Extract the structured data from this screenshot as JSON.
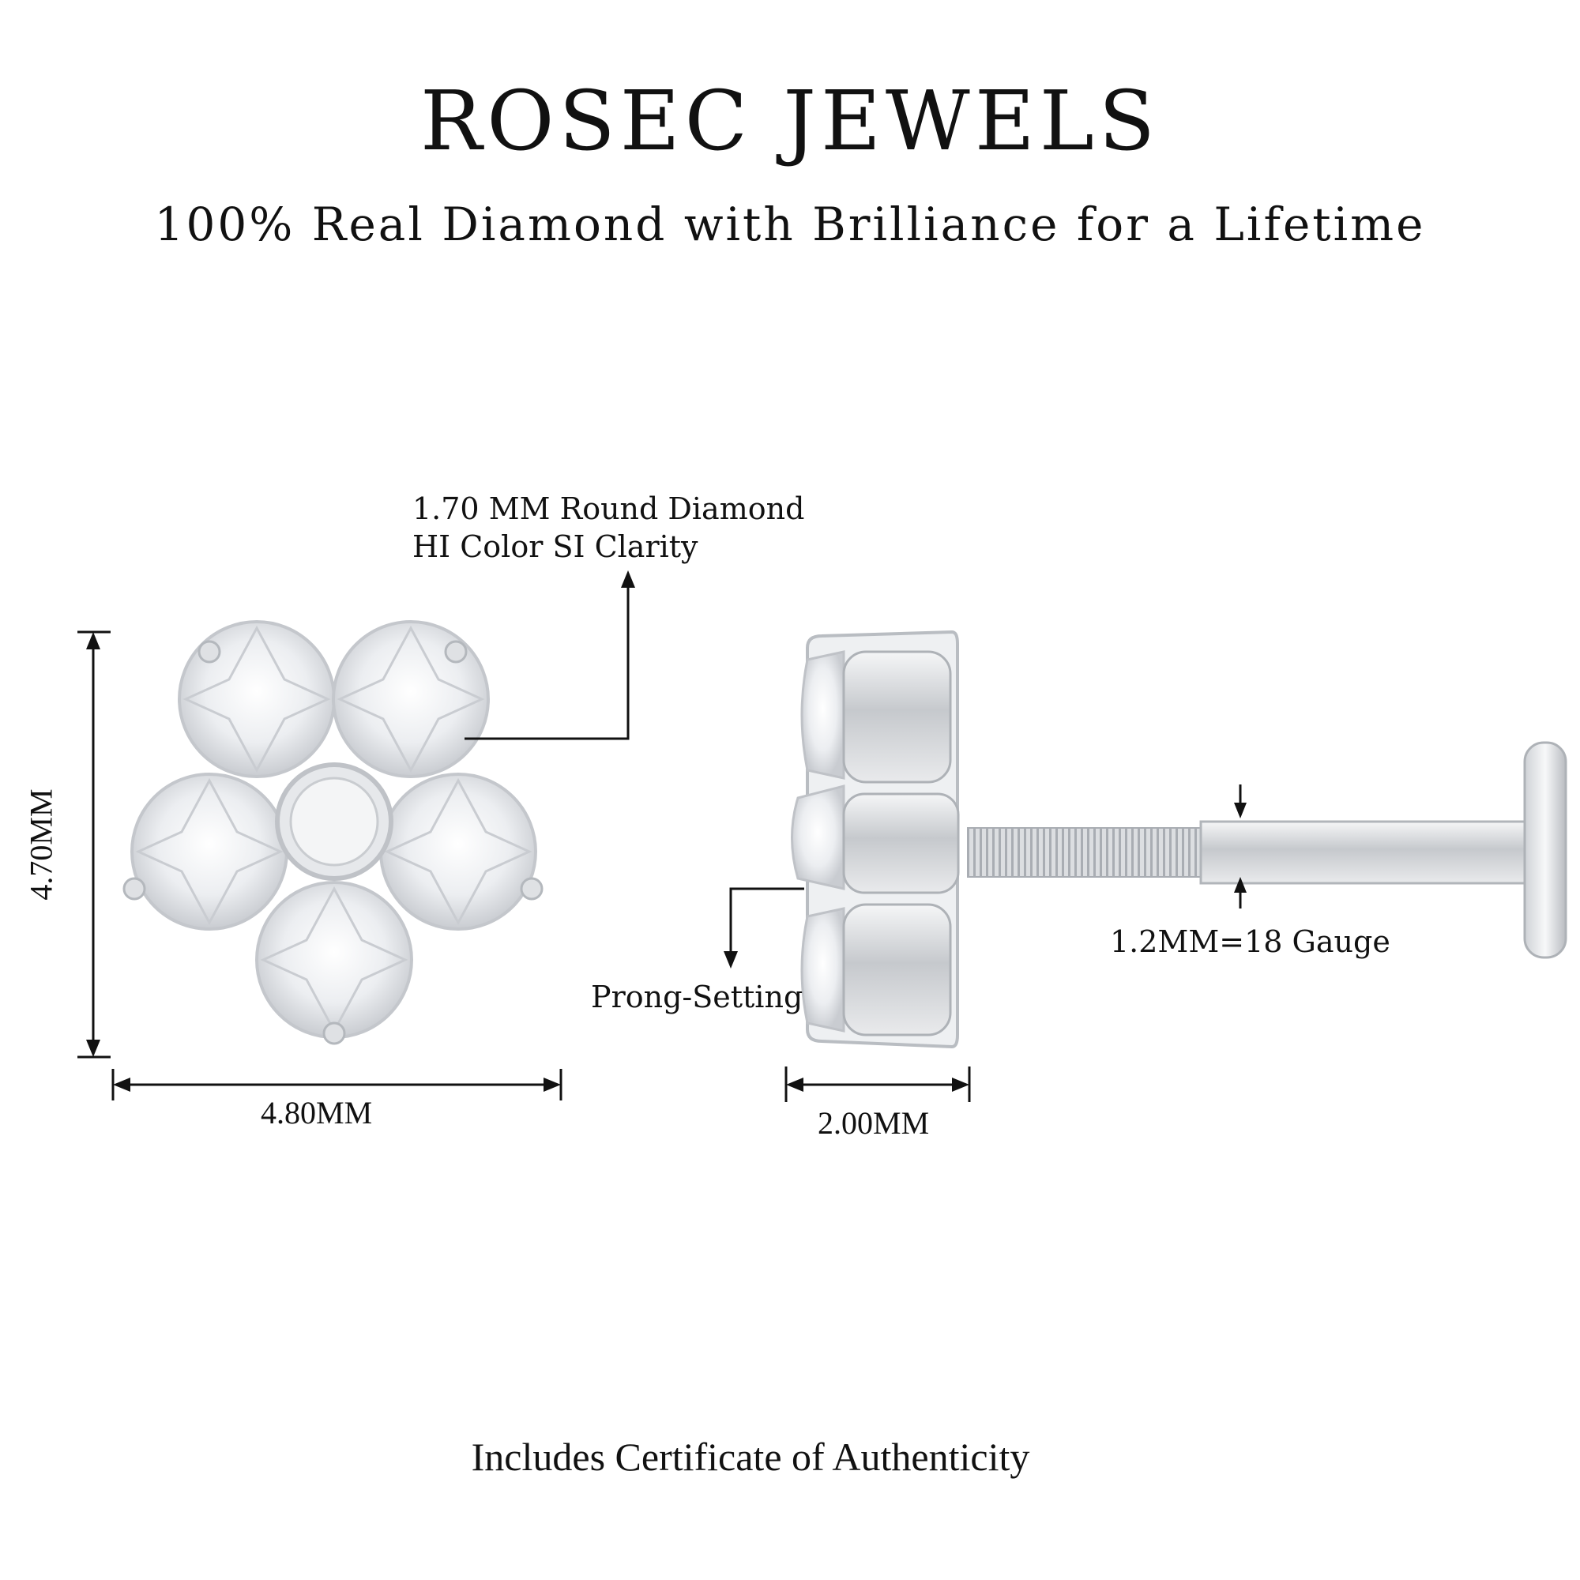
{
  "brand": "ROSEC JEWELS",
  "tagline": "100% Real Diamond with Brilliance for a Lifetime",
  "callouts": {
    "stone_line1": "1.70 MM Round Diamond",
    "stone_line2": "HI Color SI Clarity",
    "setting": "Prong-Setting",
    "gauge": "1.2MM=18 Gauge"
  },
  "dimensions": {
    "height": "4.70MM",
    "width": "4.80MM",
    "depth": "2.00MM"
  },
  "footer": "Includes Certificate of Authenticity",
  "colors": {
    "metal": "#d8dadd",
    "diamond": "#f1f3f5",
    "line": "#111111"
  }
}
